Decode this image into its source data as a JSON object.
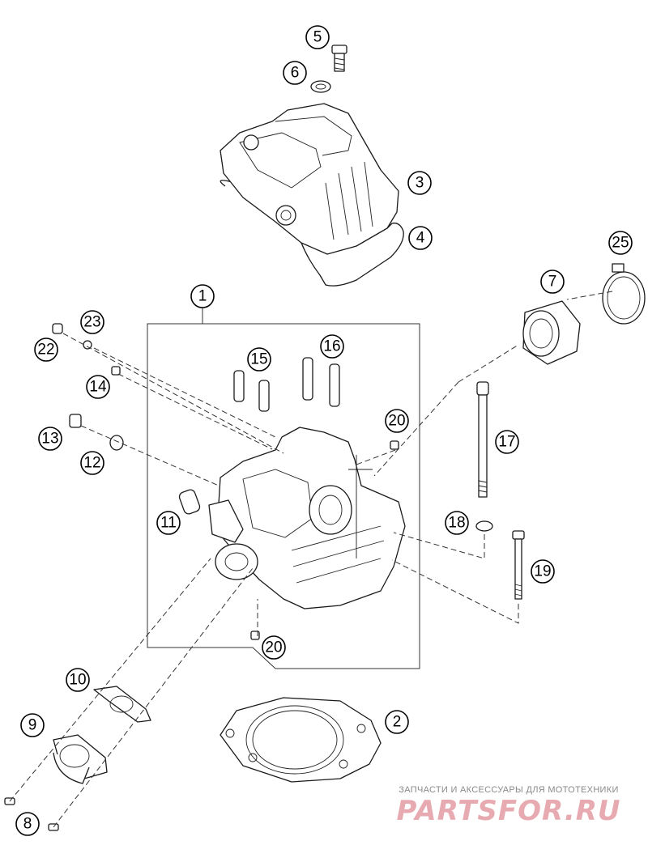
{
  "callouts": [
    {
      "id": "part-1",
      "label": "1"
    },
    {
      "id": "part-2",
      "label": "2"
    },
    {
      "id": "part-3",
      "label": "3"
    },
    {
      "id": "part-4",
      "label": "4"
    },
    {
      "id": "part-5",
      "label": "5"
    },
    {
      "id": "part-6",
      "label": "6"
    },
    {
      "id": "part-7",
      "label": "7"
    },
    {
      "id": "part-8",
      "label": "8"
    },
    {
      "id": "part-9",
      "label": "9"
    },
    {
      "id": "part-10",
      "label": "10"
    },
    {
      "id": "part-11",
      "label": "11"
    },
    {
      "id": "part-12",
      "label": "12"
    },
    {
      "id": "part-13",
      "label": "13"
    },
    {
      "id": "part-14",
      "label": "14"
    },
    {
      "id": "part-15",
      "label": "15"
    },
    {
      "id": "part-16",
      "label": "16"
    },
    {
      "id": "part-17",
      "label": "17"
    },
    {
      "id": "part-18",
      "label": "18"
    },
    {
      "id": "part-19",
      "label": "19"
    },
    {
      "id": "part-20a",
      "label": "20"
    },
    {
      "id": "part-20b",
      "label": "20"
    },
    {
      "id": "part-22",
      "label": "22"
    },
    {
      "id": "part-23",
      "label": "23"
    },
    {
      "id": "part-25",
      "label": "25"
    }
  ],
  "watermark": {
    "tagline": "ЗАПЧАСТИ И АКСЕССУАРЫ ДЛЯ МОТОТЕХНИКИ",
    "logo": "PARTSFOR.RU"
  }
}
